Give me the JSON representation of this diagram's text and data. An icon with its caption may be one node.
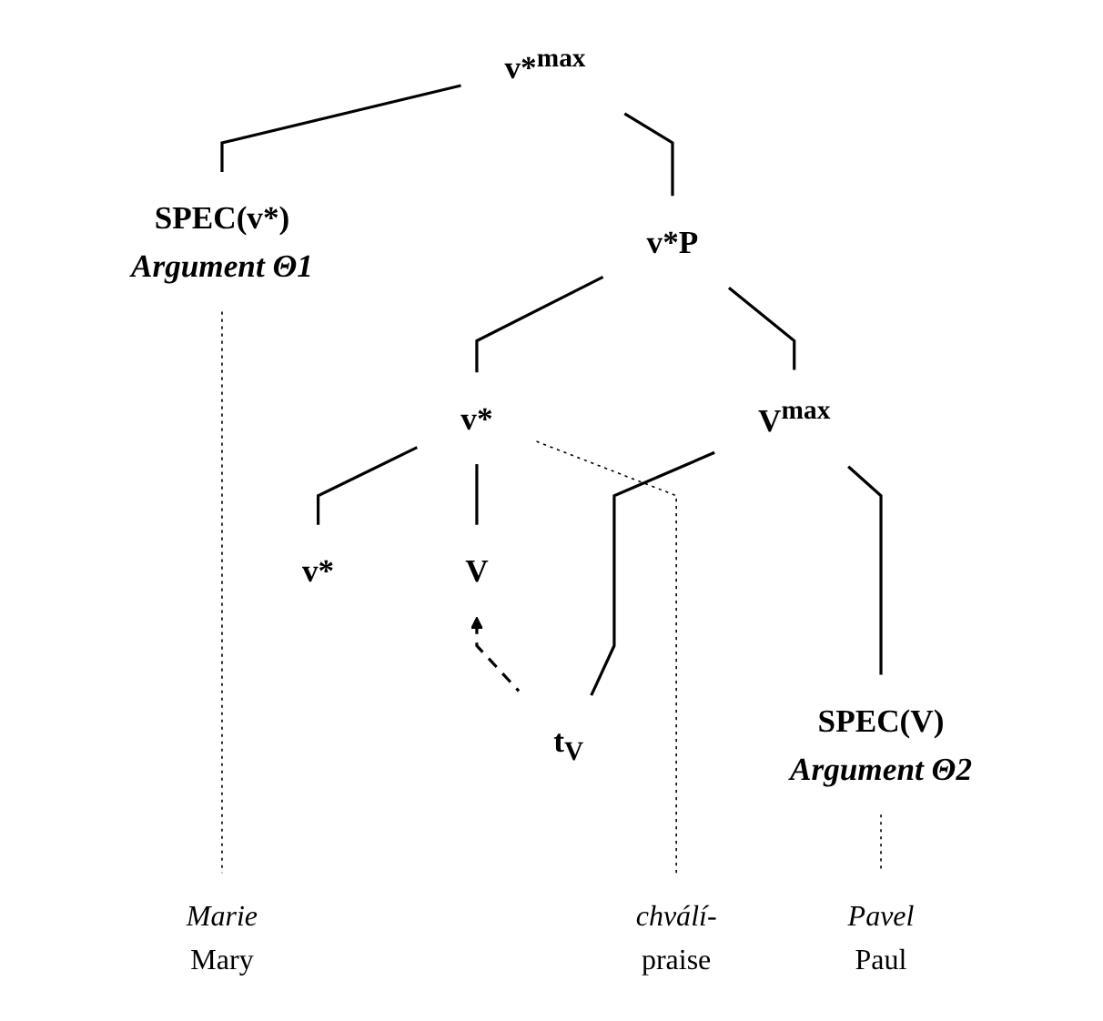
{
  "diagram": {
    "nodes": [
      {
        "text": [
          "v*$^{max}$"
        ]
      },
      {
        "text": [
          "SPEC(v*)",
          "Argument Θ1"
        ]
      },
      {
        "text": [
          "v*P"
        ]
      },
      {
        "text": [
          "v*"
        ]
      },
      {
        "text": [
          "V$^{max}$"
        ]
      },
      {
        "text": [
          "V"
        ]
      },
      {
        "text": [
          "v*"
        ]
      },
      {
        "text": [
          "SPEC(V)",
          "Argument Θ2"
        ]
      },
      {
        "text": [
          "t$_{V}$"
        ]
      },
      {
        "text": [
          "Marie",
          "Mary"
        ]
      },
      {
        "text": [
          "chválí-",
          "praise"
        ]
      },
      {
        "text": [
          "Pavel",
          "Paul"
        ]
      }
    ],
    "edges": [
      {
        "from": 0,
        "to": 1,
        "arrow": "none"
      },
      {
        "from": 0,
        "to": 2,
        "arrow": "none"
      },
      {
        "from": 2,
        "to": 3,
        "arrow": "none"
      },
      {
        "from": 2,
        "to": 4,
        "arrow": "none"
      },
      {
        "from": 3,
        "to": 5,
        "arrow": "none"
      },
      {
        "from": 3,
        "to": 6,
        "arrow": "none"
      },
      {
        "from": 4,
        "to": 7,
        "arrow": "none"
      },
      {
        "from": 4,
        "to": 8,
        "arrow": "none"
      },
      {
        "from": 1,
        "to": 9,
        "arrow": "none",
        "style": "dashed"
      },
      {
        "from": 3,
        "to": 10,
        "arrow": "none",
        "style": "dashed"
      },
      {
        "from": 7,
        "to": 11,
        "arrow": "none",
        "style": "dashed"
      },
      {
        "from": 8,
        "to": 5,
        "arrow": "to",
        "style": "dashed"
      }
    ]
  }
}
